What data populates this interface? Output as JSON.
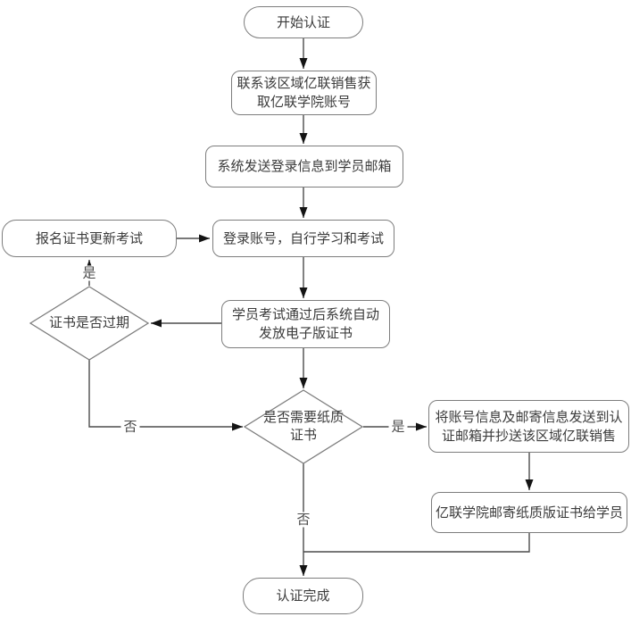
{
  "diagram": {
    "type": "flowchart",
    "nodes": {
      "start": {
        "label": "开始认证",
        "shape": "terminal"
      },
      "contact_sales": {
        "label": "联系该区域亿联销售获取亿联学院账号",
        "shape": "process"
      },
      "system_send_login": {
        "label": "系统发送登录信息到学员邮箱",
        "shape": "process"
      },
      "login_self_study": {
        "label": "登录账号，自行学习和考试",
        "shape": "process"
      },
      "enroll_renewal_exam": {
        "label": "报名证书更新考试",
        "shape": "process"
      },
      "cert_expired": {
        "label": "证书是否过期",
        "shape": "decision"
      },
      "auto_issue_ecert": {
        "label": "学员考试通过后系统自动发放电子版证书",
        "shape": "process"
      },
      "need_paper_cert": {
        "label": "是否需要纸质证书",
        "shape": "decision"
      },
      "send_mailing_info": {
        "label": "将账号信息及邮寄信息发送到认证邮箱并抄送该区域亿联销售",
        "shape": "process"
      },
      "mail_paper_cert": {
        "label": "亿联学院邮寄纸质版证书给学员",
        "shape": "process"
      },
      "end": {
        "label": "认证完成",
        "shape": "terminal"
      }
    },
    "edge_labels": {
      "cert_expired_yes": "是",
      "cert_expired_no": "否",
      "need_paper_yes": "是",
      "need_paper_no": "否"
    },
    "colors": {
      "node_border": "#7d7d7d",
      "node_fill": "#ffffff",
      "edge_line": "#4c4c4c",
      "arrow_head": "#141414",
      "text": "#3b3b3b",
      "label_text": "#4a4a4a",
      "background": "#ffffff"
    }
  }
}
